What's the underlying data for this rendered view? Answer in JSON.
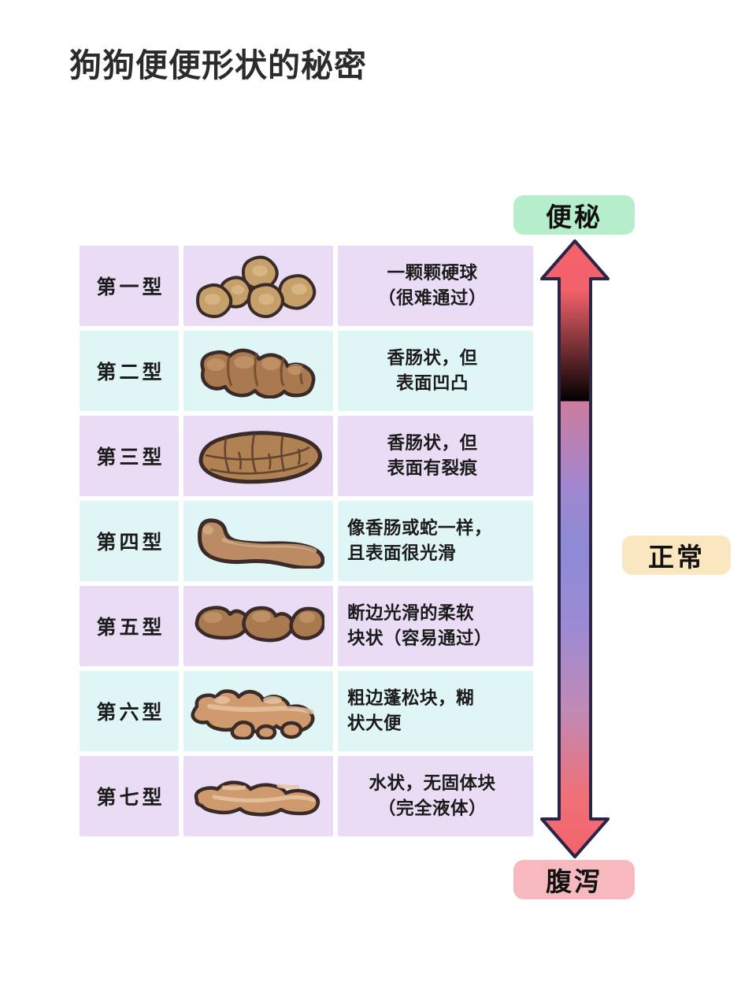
{
  "title": "狗狗便便形状的秘密",
  "table": {
    "rows": [
      {
        "type": "第一型",
        "desc": "一颗颗硬球\n（很难通过）",
        "figure": "hard-lumps-icon",
        "band": "lavender"
      },
      {
        "type": "第二型",
        "desc": "香肠状，但\n表面凹凸",
        "figure": "lumpy-sausage-icon",
        "band": "cyan"
      },
      {
        "type": "第三型",
        "desc": "香肠状，但\n表面有裂痕",
        "figure": "cracked-sausage-icon",
        "band": "lavender"
      },
      {
        "type": "第四型",
        "desc": "像香肠或蛇一样，\n且表面很光滑",
        "figure": "smooth-snake-icon",
        "band": "cyan"
      },
      {
        "type": "第五型",
        "desc": "断边光滑的柔软\n块状（容易通过）",
        "figure": "soft-blobs-icon",
        "band": "lavender"
      },
      {
        "type": "第六型",
        "desc": "粗边蓬松块，糊\n状大便",
        "figure": "mushy-fluffy-icon",
        "band": "cyan"
      },
      {
        "type": "第七型",
        "desc": "水状，无固体块\n（完全液体）",
        "figure": "watery-liquid-icon",
        "band": "lavender"
      }
    ]
  },
  "scale": {
    "top_badge": "便秘",
    "middle_badge": "正常",
    "bottom_badge": "腹泻",
    "arrow_icon": "double-headed-vertical-arrow-icon"
  },
  "colors": {
    "band_lavender": "#e9dcf4",
    "band_cyan": "#dff5f6",
    "badge_constipation": "#b6eecb",
    "badge_normal": "#fae7c0",
    "badge_diarrhea": "#f7b9bd",
    "arrow_end": "#f2626b",
    "arrow_middle": "#8e8ed8",
    "stool_dark": "#8a6a46",
    "stool_mid": "#a9794f",
    "stool_light": "#cf9a6e",
    "outline": "#3b2b28",
    "title_text": "#2b2b2b"
  }
}
